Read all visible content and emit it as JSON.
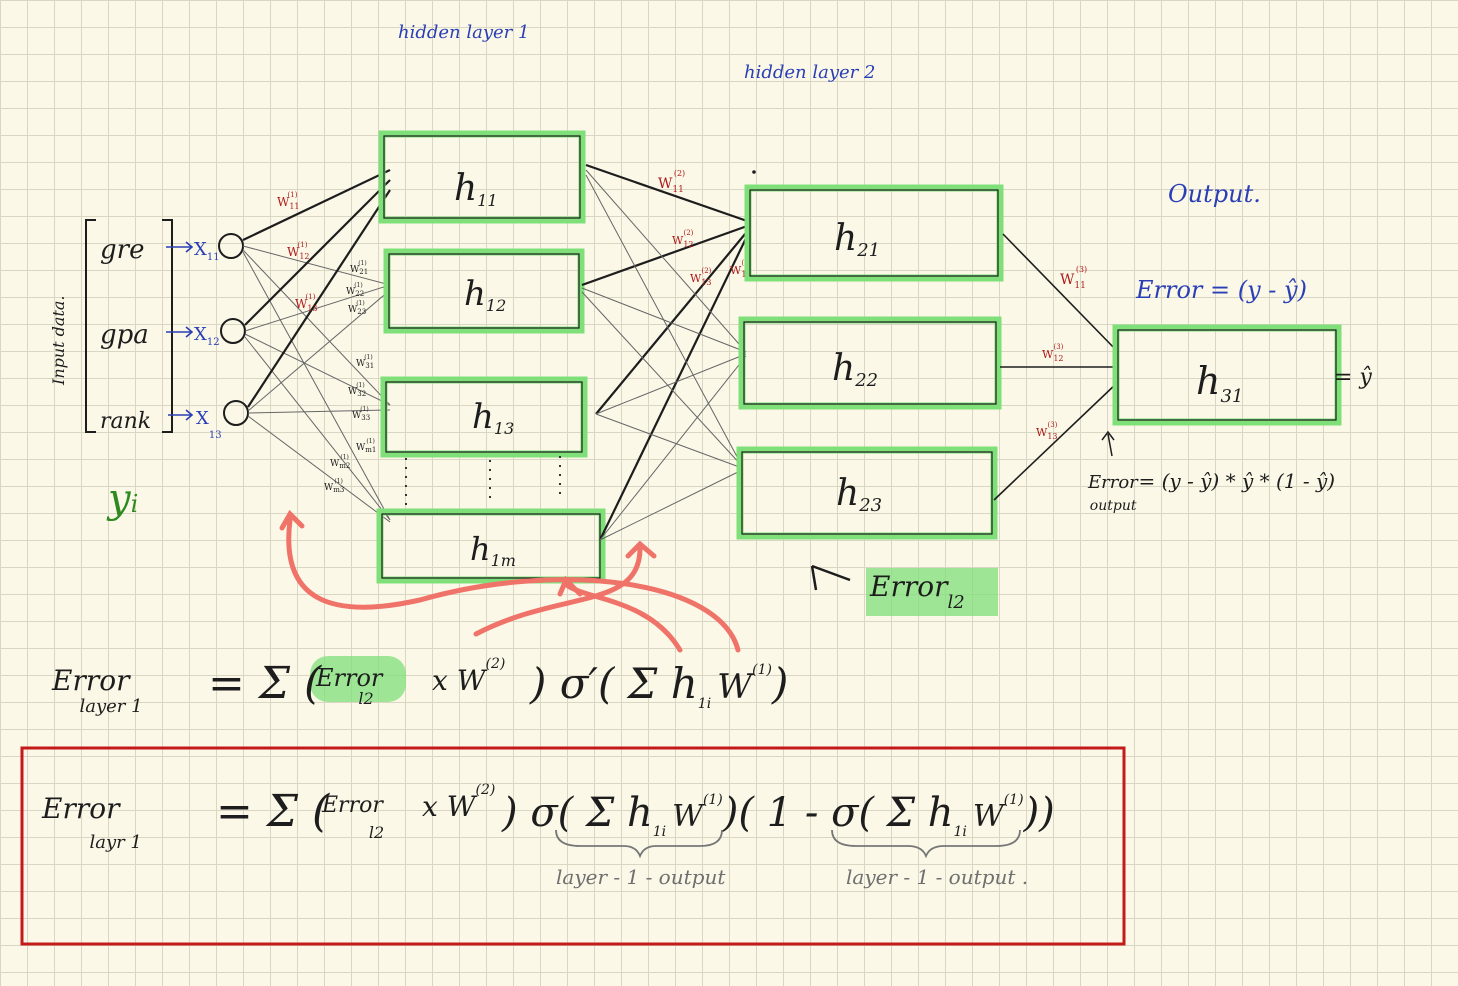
{
  "labels": {
    "hidden_layer_1": "hidden layer 1",
    "hidden_layer_2": "hidden layer 2",
    "output": "Output.",
    "input_data": "Input data.",
    "y_i": "y",
    "y_i_sub": "i"
  },
  "inputs": [
    {
      "name": "gre",
      "var": "X",
      "sub": "11"
    },
    {
      "name": "gpa",
      "var": "X",
      "sub": "12"
    },
    {
      "name": "rank",
      "var": "X",
      "sub": "13"
    }
  ],
  "hidden1": [
    {
      "name": "h",
      "sub": "11"
    },
    {
      "name": "h",
      "sub": "12"
    },
    {
      "name": "h",
      "sub": "13"
    },
    {
      "name": "h",
      "sub": "1m"
    }
  ],
  "hidden2": [
    {
      "name": "h",
      "sub": "21"
    },
    {
      "name": "h",
      "sub": "22"
    },
    {
      "name": "h",
      "sub": "23"
    }
  ],
  "output_node": {
    "name": "h",
    "sub": "31",
    "eq": "= ŷ"
  },
  "weights": {
    "w11_1": {
      "w": "W",
      "sub": "11",
      "sup": "(1)"
    },
    "w12_1": {
      "w": "W",
      "sub": "12",
      "sup": "(1)"
    },
    "w13_1": {
      "w": "W",
      "sub": "13",
      "sup": "(1)"
    },
    "w21_1": {
      "w": "W",
      "sub": "21",
      "sup": "(1)"
    },
    "w22_1": {
      "w": "W",
      "sub": "22",
      "sup": "(1)"
    },
    "w23_1": {
      "w": "W",
      "sub": "23",
      "sup": "(1)"
    },
    "w31_1": {
      "w": "W",
      "sub": "31",
      "sup": "(1)"
    },
    "w32_1": {
      "w": "W",
      "sub": "32",
      "sup": "(1)"
    },
    "w33_1": {
      "w": "W",
      "sub": "33",
      "sup": "(1)"
    },
    "wm1_1": {
      "w": "W",
      "sub": "m1",
      "sup": "(1)"
    },
    "wm2_1": {
      "w": "W",
      "sub": "m2",
      "sup": "(1)"
    },
    "wm3_1": {
      "w": "W",
      "sub": "m3",
      "sup": "(1)"
    },
    "w11_2": {
      "w": "W",
      "sub": "11",
      "sup": "(2)"
    },
    "w12_2": {
      "w": "W",
      "sub": "12",
      "sup": "(2)"
    },
    "w13_2": {
      "w": "W",
      "sub": "13",
      "sup": "(2)"
    },
    "w14_2": {
      "w": "W",
      "sub": "14",
      "sup": "(2)"
    },
    "w11_3": {
      "w": "W",
      "sub": "11",
      "sup": "(3)"
    },
    "w12_3": {
      "w": "W",
      "sub": "12",
      "sup": "(3)"
    },
    "w13_3": {
      "w": "W",
      "sub": "13",
      "sup": "(3)"
    }
  },
  "errors": {
    "output_error": "Error = (y - ŷ)",
    "error_output_lhs": "Error",
    "error_output_sub": "output",
    "error_output_rhs": "= (y - ŷ) * ŷ * (1 - ŷ)",
    "error_l2": "Error",
    "error_l2_sub": "l2"
  },
  "formula1": {
    "lhs": "Error",
    "lhs_sub": "layer 1",
    "eq": "= Σ (",
    "err": "Error",
    "err_sub": "l2",
    "times": "x W",
    "times_sup": "(2)",
    "rest": ") σ′( Σ h",
    "h_sub": "1i",
    "w": "W",
    "w_sup": "(1)",
    "close": ")"
  },
  "formula2": {
    "lhs": "Error",
    "lhs_sub": "layr 1",
    "eq": "= Σ (",
    "err": "Error",
    "err_sub": "l2",
    "times": "x W",
    "times_sup": "(2)",
    "part1": ") σ( Σ h",
    "h1_sub": "1i",
    "w1": "W",
    "w1_sup": "(1)",
    "part2": ")( 1 - σ( Σ h",
    "h2_sub": "1i",
    "w2": "W",
    "w2_sup": "(1)",
    "close": "))",
    "brace1_label": "layer - 1 - output",
    "brace2_label": "layer - 1 - output ."
  },
  "colors": {
    "highlight": "#7fe07a",
    "arrow": "#f0736a",
    "frame": "#c41a1a",
    "blue_ink": "#2a3fb5",
    "red_ink": "#b01818",
    "green_ink": "#2f8a1f"
  }
}
